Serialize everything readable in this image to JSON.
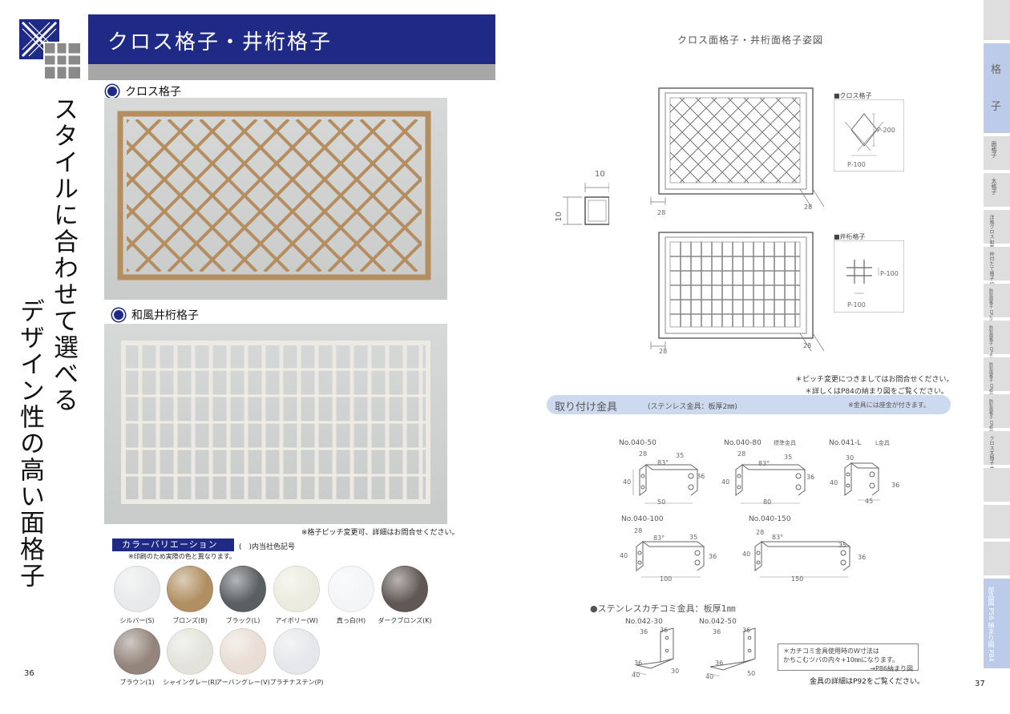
{
  "left_page": {
    "title": "クロス格子・井桁格子",
    "slogan_line1": "スタイルに合わせて選べる",
    "slogan_line2": "デザイン性の高い面格子",
    "section1": "クロス格子",
    "section2": "和風井桁格子",
    "pitch_note": "※格子ピッチ変更可、詳細はお問合せください。",
    "color_title": "カラーバリエーション",
    "color_code_note": "(　)内当社色記号",
    "color_print_note": "※印刷のため実際の色と異なります。",
    "colors": [
      {
        "label": "シルバー(S)",
        "hex": "#e8e9ea"
      },
      {
        "label": "ブロンズ(B)",
        "hex": "#b08f62"
      },
      {
        "label": "ブラック(L)",
        "hex": "#5a5f62"
      },
      {
        "label": "アイボリー(W)",
        "hex": "#ecebdf"
      },
      {
        "label": "真っ白(H)",
        "hex": "#f4f5f7"
      },
      {
        "label": "ダークブロンズ(K)",
        "hex": "#615855"
      },
      {
        "label": "ブラウン(1)",
        "hex": "#94857c"
      },
      {
        "label": "シャイングレー(R)",
        "hex": "#e3e3dc"
      },
      {
        "label": "アーバングレー(V)",
        "hex": "#e9ddd5"
      },
      {
        "label": "プラチナステン(P)",
        "hex": "#e6e7ea"
      }
    ],
    "page_number": "36"
  },
  "right_page": {
    "diagram_title": "クロス面格子・井桁面格子姿図",
    "section_dim": "10",
    "cross_label": "■クロス格子",
    "cross_pitch_v": "P-200",
    "cross_pitch_h": "P-100",
    "igeta_label": "■井桁格子",
    "igeta_pitch_v": "P-100",
    "igeta_pitch_h": "P-100",
    "frame_dim": "28",
    "note1": "＊ピッチ変更につきましてはお問合せください。",
    "note2": "＊詳しくはP84の納まり図をご覧ください。",
    "mount_title": "取り付け金具",
    "mount_sub": "(ステンレス金具：板厚2㎜)",
    "mount_note": "※金具には座金が付きます。",
    "parts": [
      {
        "no": "No.040-50",
        "tag": ""
      },
      {
        "no": "No.040-80",
        "tag": "標準金具"
      },
      {
        "no": "No.041-L",
        "tag": "L金具"
      },
      {
        "no": "No.040-100",
        "tag": ""
      },
      {
        "no": "No.040-150",
        "tag": ""
      }
    ],
    "dims": {
      "d28": "28",
      "d35": "35",
      "d83": "83°",
      "d40": "40",
      "d36": "36",
      "d30": "30",
      "d45": "45",
      "w50": "50",
      "w80": "80",
      "w100": "100",
      "w150": "150"
    },
    "katikomi_title": "●ステンレスカチコミ金具：板厚1㎜",
    "katikomi_parts": [
      "No.042-30",
      "No.042-50"
    ],
    "katikomi_note1": "＊カチコミ金具使用時のW寸法は",
    "katikomi_note2": "かちこむツバの内々+10㎜になります。",
    "katikomi_note3": "→P86納まり図",
    "detail_note": "金具の詳細はP92をご覧ください。",
    "page_number": "37"
  },
  "sidebar": {
    "main_tab": [
      "格",
      "子"
    ],
    "tabs": [
      "面格子",
      "太格子",
      "洋風クロス 和風井桁",
      "枠付たて格子 枠付よこ格子",
      "防犯面格子 CPたて格子",
      "防犯面格子 CPよこ格子",
      "防犯面格子 CP枠付たて格子",
      "防犯面格子 CP枠付よこ格子",
      "クロス太格子 井桁太格子",
      "",
      "",
      "",
      "",
      "部品図 P56 納まり図 P84"
    ]
  },
  "colors": {
    "navy": "#1f2a86",
    "title_under": "#a7a7a7",
    "mount_bar": "#cdd9ef",
    "sidebar_tab": "#dedede",
    "sidebar_active": "#bccbe9"
  }
}
